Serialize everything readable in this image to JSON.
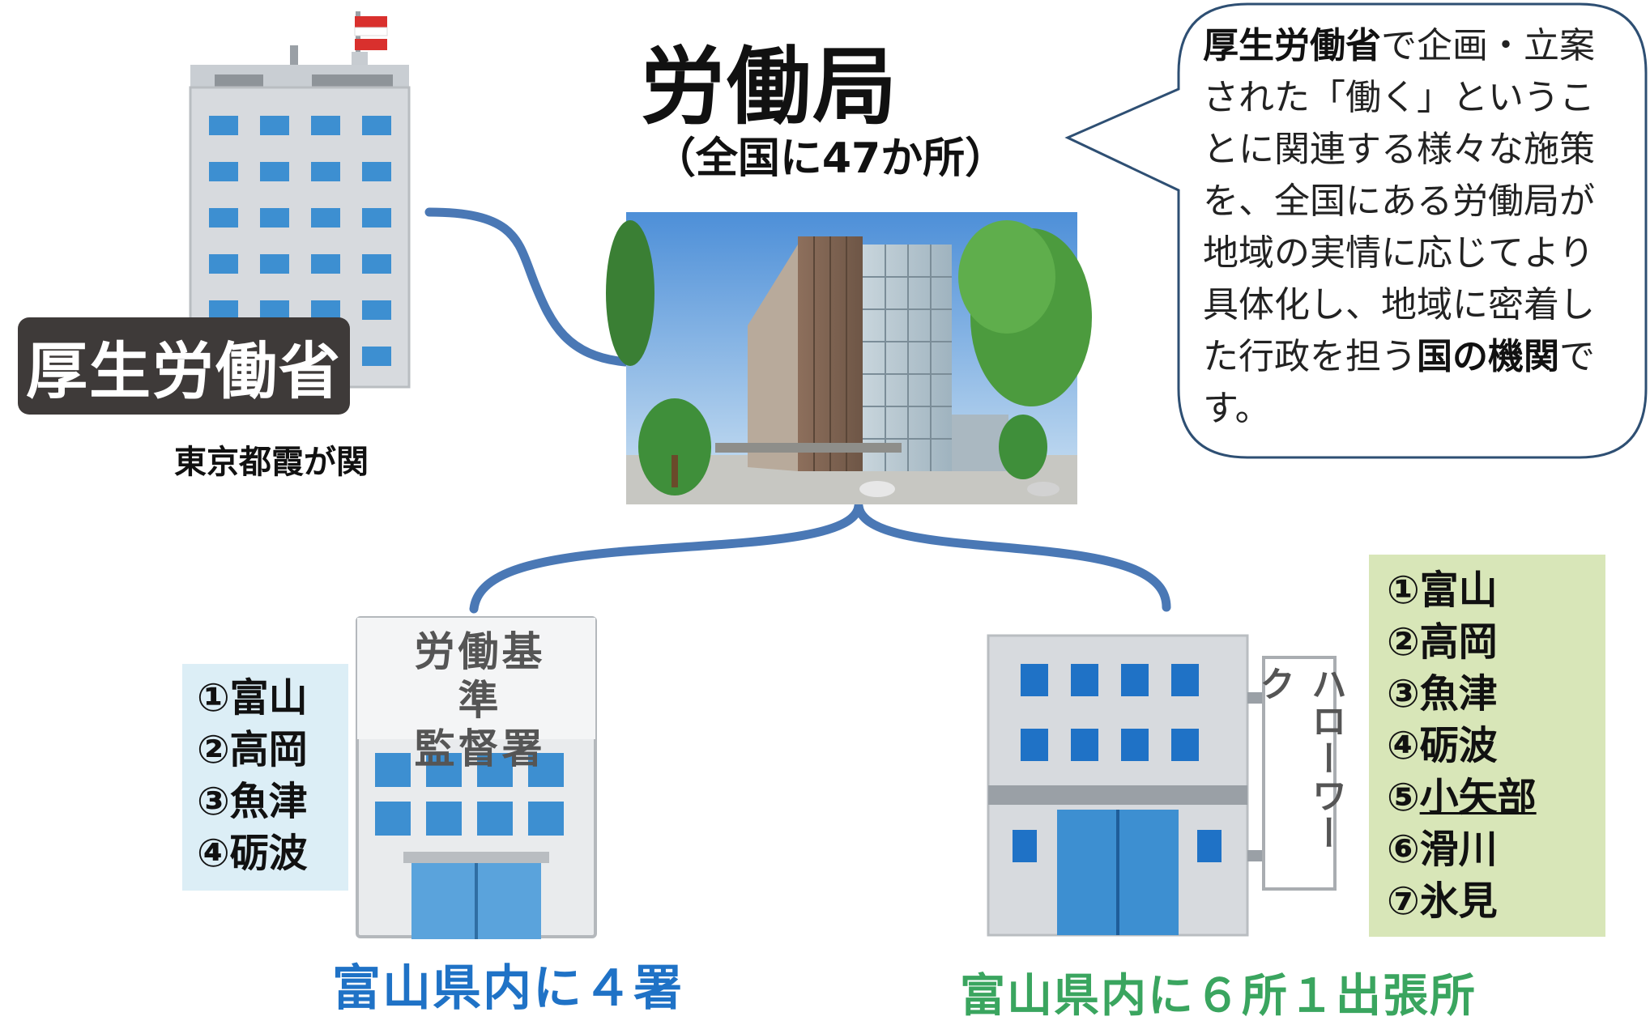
{
  "title": {
    "main": "労働局",
    "sub": "（全国に47か所）"
  },
  "mhlw": {
    "label": "厚生労働省",
    "location": "東京都霞が関"
  },
  "bubble": {
    "bold1": "厚生労働省",
    "part1": "で企画・立案された「働く」ということに関連する様々な施策を、全国にある労働局が地域の実情に応じてより具体化し、地域に密着した行政を担う",
    "bold2": "国の機関",
    "part2": "です。"
  },
  "kantoku": {
    "sign_line1": "労働基準",
    "sign_line2": "監督署",
    "offices": [
      "①富山",
      "②高岡",
      "③魚津",
      "④砺波"
    ],
    "caption": "富山県内に４署"
  },
  "hellowork": {
    "sign": "ハローワーク",
    "offices_before": [
      "①富山",
      "②高岡",
      "③魚津",
      "④砺波"
    ],
    "office5_num": "⑤",
    "office5_name": "小矢部",
    "offices_after": [
      "⑥滑川",
      "⑦氷見"
    ],
    "caption": "富山県内に６所１出張所"
  },
  "colors": {
    "connector": "#4a78b5",
    "caption_blue": "#1f72c6",
    "caption_green": "#3aa55f",
    "list_left_bg": "#dceef6",
    "list_right_bg": "#d8e6b8"
  },
  "icons": [
    "government-building-icon",
    "labor-bureau-photo",
    "labor-standards-office-icon",
    "hello-work-office-icon"
  ]
}
